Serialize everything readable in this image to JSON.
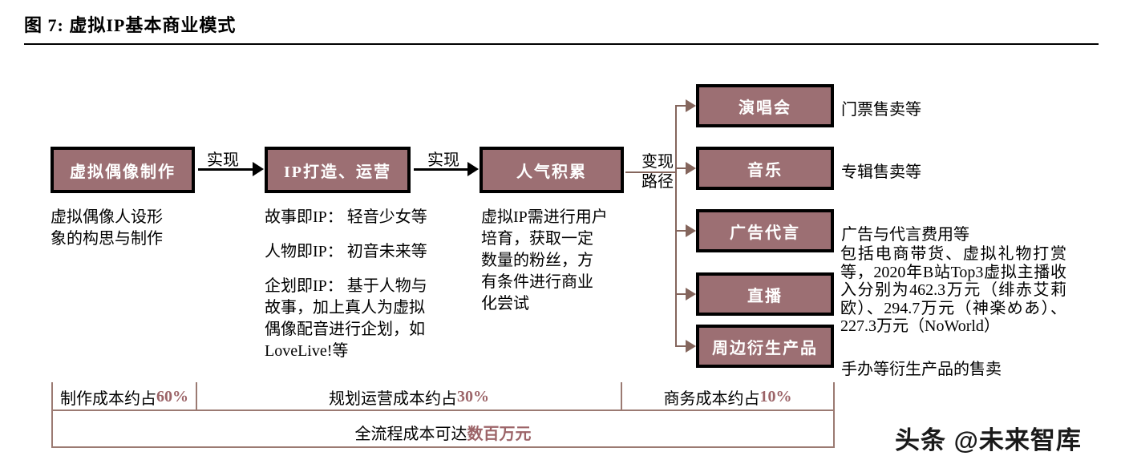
{
  "title": "图 7: 虚拟IP基本商业模式",
  "flow": {
    "box1": "虚拟偶像制作",
    "arrow1_label": "实现",
    "box2": "IP打造、运营",
    "arrow2_label": "实现",
    "box3": "人气积累",
    "branch_label_top": "变现",
    "branch_label_bottom": "路径",
    "note1": "虚拟偶像人设形象的构思与制作",
    "note2_p1": "故事即IP： 轻音少女等",
    "note2_p2": "人物即IP： 初音未来等",
    "note2_p3": "企划即IP： 基于人物与故事，加上真人为虚拟偶像配音进行企划，如LoveLive!等",
    "note3": "虚拟IP需进行用户培育，获取一定数量的粉丝，方有条件进行商业化尝试"
  },
  "monetization": [
    {
      "label": "演唱会",
      "desc": "门票售卖等"
    },
    {
      "label": "音乐",
      "desc": "专辑售卖等"
    },
    {
      "label": "广告代言",
      "desc": "广告与代言费用等"
    },
    {
      "label": "直播",
      "desc": "包括电商带货、虚拟礼物打赏等，2020年B站Top3虚拟主播收入分别为462.3万元（绯赤艾莉欧）、294.7万元（神楽めあ）、227.3万元（NoWorld）"
    },
    {
      "label": "周边衍生产品",
      "desc": "手办等衍生产品的售卖"
    }
  ],
  "costs": {
    "row": [
      {
        "prefix": "制作成本约占",
        "value": "60%"
      },
      {
        "prefix": "规划运营成本约占",
        "value": "30%"
      },
      {
        "prefix": "商务成本约占",
        "value": "10%"
      }
    ],
    "total_prefix": "全流程成本可达",
    "total_value": "数百万元"
  },
  "watermark": "头条 @未来智库",
  "colors": {
    "box_fill": "#9c6f73",
    "box_border": "#000000",
    "accent_text": "#9c6468",
    "bracket_line": "#9b7a72",
    "branch_arrow": "#84655c"
  }
}
